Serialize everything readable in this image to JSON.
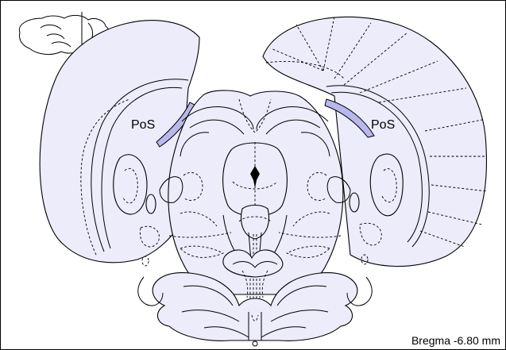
{
  "labels": {
    "region_left": "PoS",
    "region_right": "PoS",
    "bregma": "Bregma -6.80 mm"
  },
  "colors": {
    "tissue_fill": "#ececfb",
    "highlight_fill": "#b8b8ec",
    "outline": "#000000",
    "background": "#ffffff"
  },
  "icons": {
    "inset": "sagittal-brain-inset-icon"
  }
}
